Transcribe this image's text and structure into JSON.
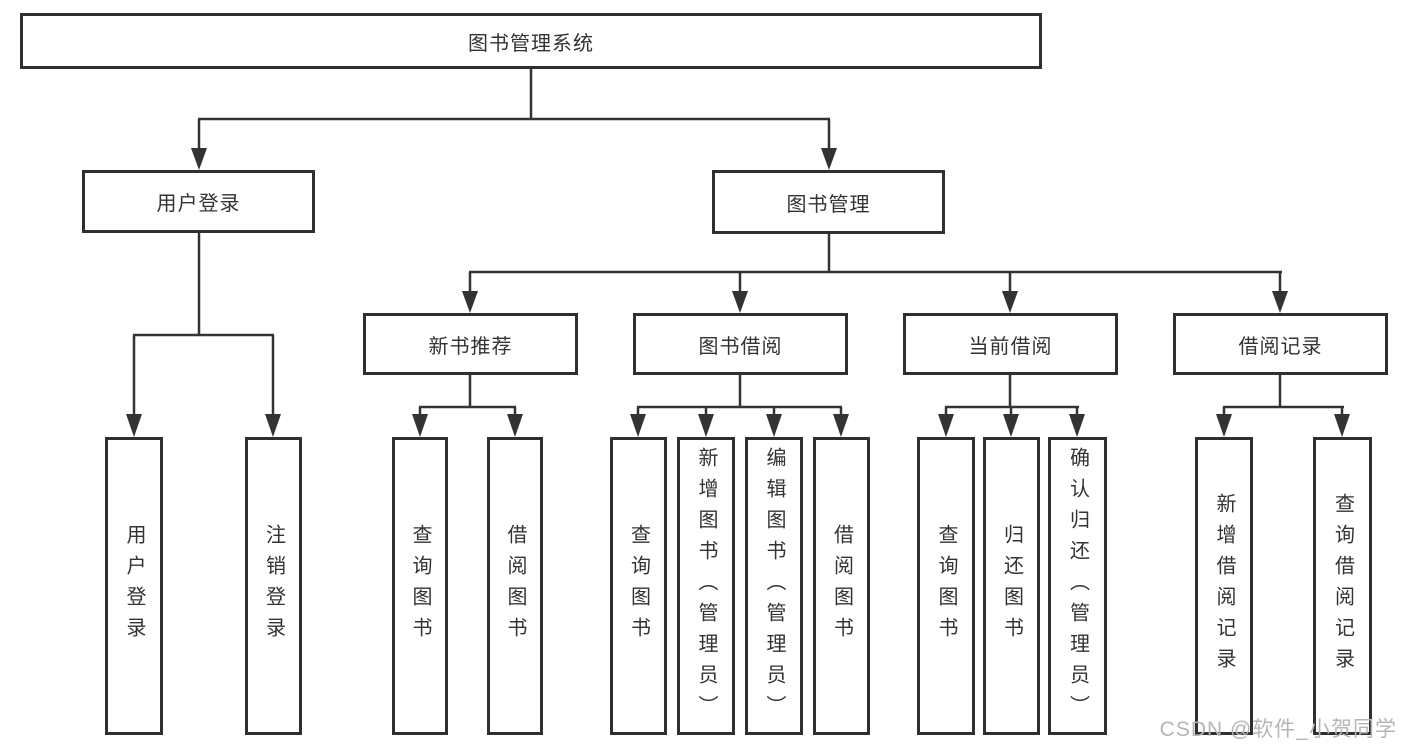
{
  "diagram": {
    "type": "functional-structure-tree",
    "colors": {
      "background": "#ffffff",
      "box_border": "#2f2f2f",
      "line": "#333333",
      "text": "#333333",
      "watermark": "#b5b5b5"
    }
  },
  "tree": {
    "label": "图书管理系统",
    "children": [
      {
        "label": "用户登录",
        "children": [
          {
            "label": "用户登录"
          },
          {
            "label": "注销登录"
          }
        ]
      },
      {
        "label": "图书管理",
        "children": [
          {
            "label": "新书推荐",
            "children": [
              {
                "label": "查询图书"
              },
              {
                "label": "借阅图书"
              }
            ]
          },
          {
            "label": "图书借阅",
            "children": [
              {
                "label": "查询图书"
              },
              {
                "label": "新增图书（管理员）"
              },
              {
                "label": "编辑图书（管理员）"
              },
              {
                "label": "借阅图书"
              }
            ]
          },
          {
            "label": "当前借阅",
            "children": [
              {
                "label": "查询图书"
              },
              {
                "label": "归还图书"
              },
              {
                "label": "确认归还（管理员）"
              }
            ]
          },
          {
            "label": "借阅记录",
            "children": [
              {
                "label": "新增借阅记录"
              },
              {
                "label": "查询借阅记录"
              }
            ]
          }
        ]
      }
    ]
  },
  "watermark": "CSDN @软件_小贺同学"
}
